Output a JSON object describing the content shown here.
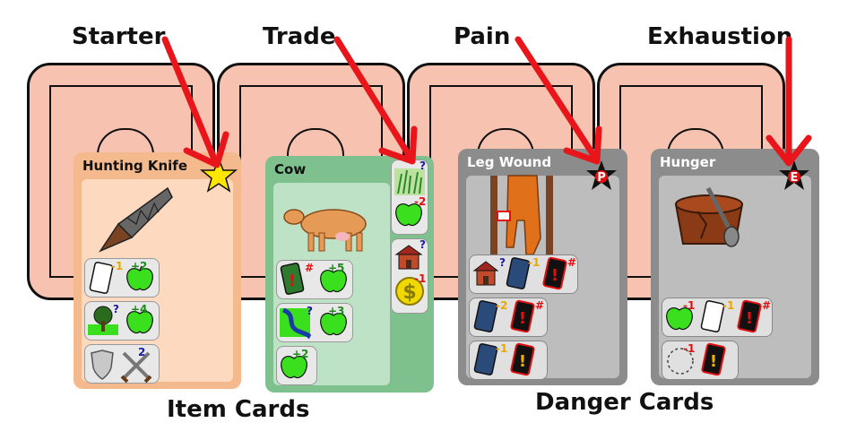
{
  "callouts": {
    "starter": "Starter",
    "trade": "Trade",
    "pain": "Pain",
    "exhaustion": "Exhaustion"
  },
  "groups": {
    "item_cards": "Item Cards",
    "danger_cards": "Danger Cards"
  },
  "cards": {
    "hunting_knife": {
      "title": "Hunting Knife",
      "row1": {
        "a": "-1",
        "b": "+2"
      },
      "row2": {
        "q": "?",
        "b": "+4"
      },
      "row3": {
        "b": "2"
      }
    },
    "cow": {
      "title": "Cow",
      "top_q": "?",
      "top_val": "-2",
      "mid_q": "?",
      "mid_val": "-1",
      "row1": {
        "mark": "#",
        "b": "+5"
      },
      "row2": {
        "q": "?",
        "b": "+3"
      },
      "row3": {
        "b": "+2"
      }
    },
    "leg_wound": {
      "title": "Leg Wound",
      "badge": "P",
      "row1": {
        "q": "?",
        "a": "-1",
        "mark": "#"
      },
      "row2": {
        "a": "-2",
        "mark": "#"
      },
      "row3": {
        "a": "-1"
      }
    },
    "hunger": {
      "title": "Hunger",
      "badge": "E",
      "row1": {
        "a": "-1",
        "b": "-1",
        "mark": "#"
      },
      "row2": {
        "a": "-1"
      }
    }
  },
  "colors": {
    "arrow": "#e8161a",
    "card_back": "#f7c3b0",
    "item_orange": "#f5b98e",
    "item_green": "#7fc08f",
    "danger_gray": "#8c8c8c",
    "apple_green": "#3adf1e"
  },
  "icons": [
    "star-icon",
    "pain-badge-icon",
    "exhaustion-badge-icon",
    "apple-icon",
    "card-icon",
    "house-icon",
    "tree-icon",
    "river-icon",
    "grass-icon",
    "coin-icon",
    "shield-icon",
    "crossed-swords-icon",
    "knife-icon",
    "cow-icon",
    "leg-icon",
    "bowl-icon"
  ]
}
